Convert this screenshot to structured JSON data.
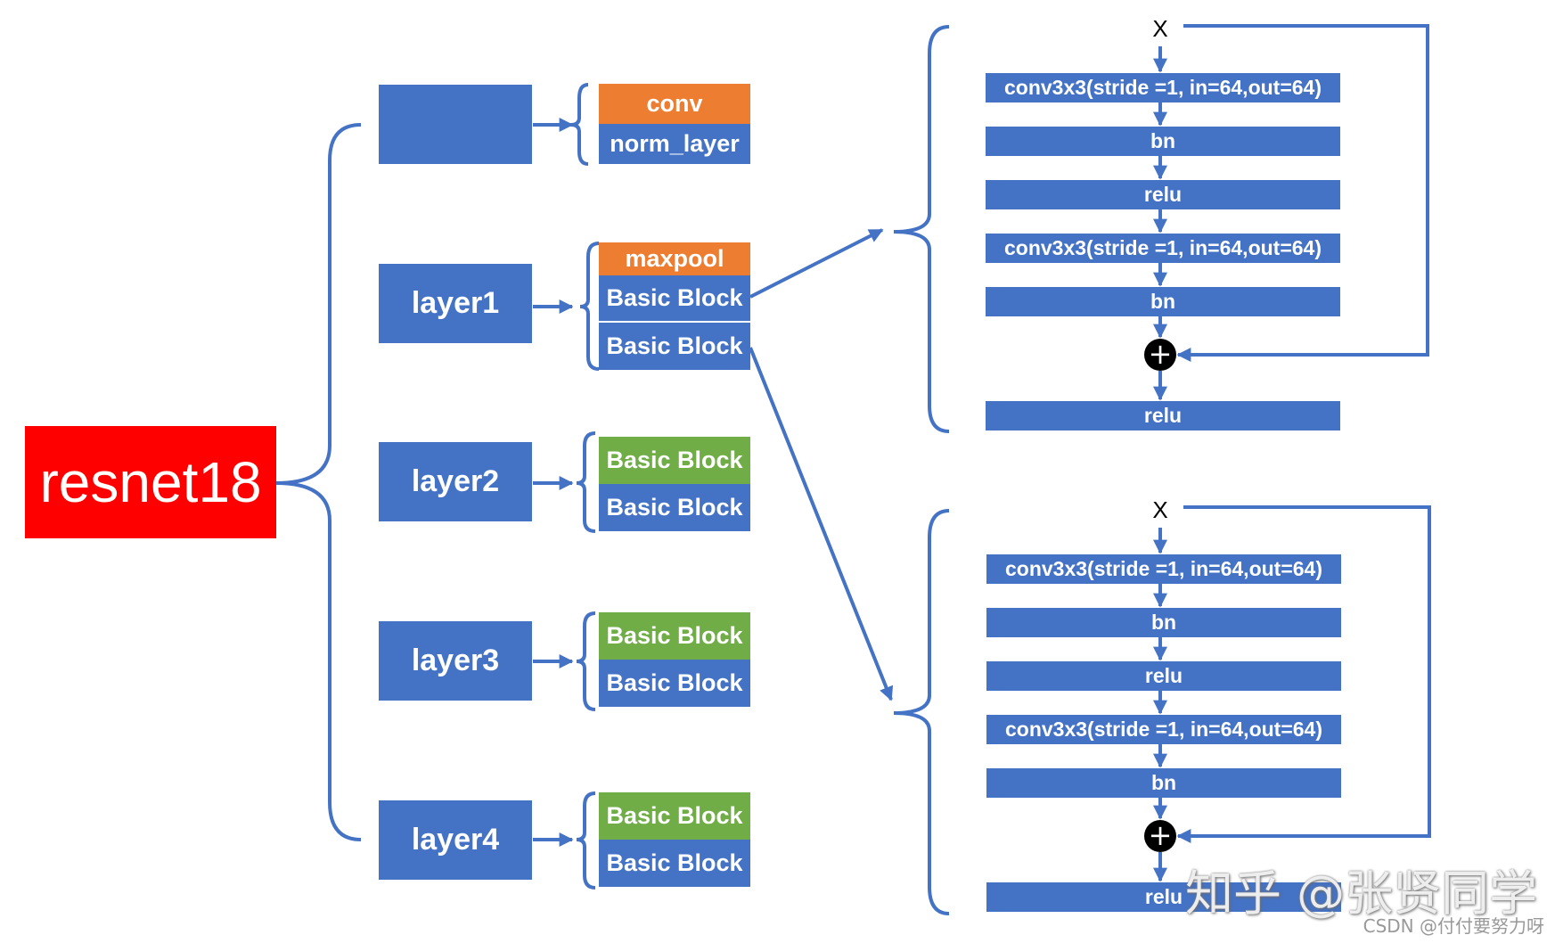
{
  "root": {
    "label": "resnet18"
  },
  "stem": {
    "label": "",
    "items": [
      "conv",
      "norm_layer"
    ]
  },
  "layers": [
    {
      "label": "layer1",
      "items": [
        "maxpool",
        "Basic Block",
        "Basic Block"
      ]
    },
    {
      "label": "layer2",
      "items": [
        "Basic Block",
        "Basic Block"
      ]
    },
    {
      "label": "layer3",
      "items": [
        "Basic Block",
        "Basic Block"
      ]
    },
    {
      "label": "layer4",
      "items": [
        "Basic Block",
        "Basic Block"
      ]
    }
  ],
  "block_top": {
    "input": "X",
    "steps": [
      "conv3x3(stride =1, in=64,out=64)",
      "bn",
      "relu",
      "conv3x3(stride =1, in=64,out=64)",
      "bn",
      "relu"
    ],
    "add_symbol": "+"
  },
  "block_bottom": {
    "input": "X",
    "steps": [
      "conv3x3(stride =1, in=64,out=64)",
      "bn",
      "relu",
      "conv3x3(stride =1, in=64,out=64)",
      "bn",
      "relu"
    ],
    "add_symbol": "+"
  },
  "colors": {
    "blue": "#4472C4",
    "orange": "#ED7D31",
    "green": "#70AD47",
    "red": "#FF0000"
  },
  "watermark": "知乎 @张贤同学",
  "credit": "CSDN @付付要努力呀"
}
